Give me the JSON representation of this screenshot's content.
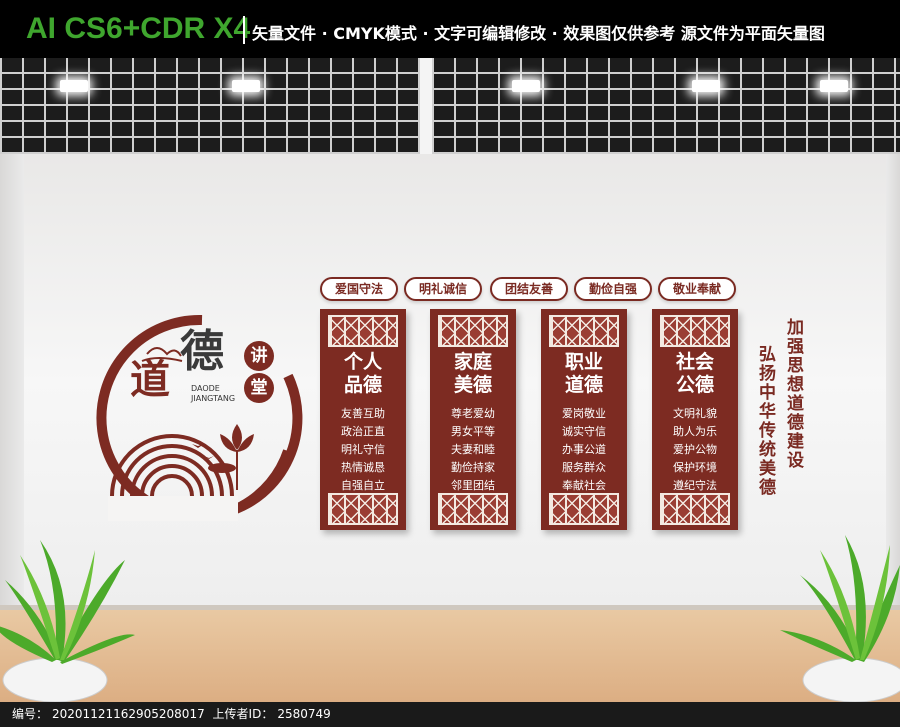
{
  "banner": {
    "title": "AI CS6+CDR X4",
    "subtitle": "矢量文件 · CMYK模式 · 文字可编辑修改 · 效果图仅供参考 源文件为平面矢量图"
  },
  "logo": {
    "big_chars_1": "道",
    "big_chars_2": "德",
    "pinyin_1": "DAODE",
    "pinyin_2": "JIANGTANG",
    "badge_1": "讲",
    "badge_2": "堂"
  },
  "tags": [
    "爱国守法",
    "明礼诚信",
    "团结友善",
    "勤俭自强",
    "敬业奉献"
  ],
  "panels": [
    {
      "title_1": "个人",
      "title_2": "品德",
      "items": [
        "友善互助",
        "政治正直",
        "明礼守信",
        "热情诚恳",
        "自强自立"
      ]
    },
    {
      "title_1": "家庭",
      "title_2": "美德",
      "items": [
        "尊老爱幼",
        "男女平等",
        "夫妻和睦",
        "勤俭持家",
        "邻里团结"
      ]
    },
    {
      "title_1": "职业",
      "title_2": "道德",
      "items": [
        "爱岗敬业",
        "诚实守信",
        "办事公道",
        "服务群众",
        "奉献社会"
      ]
    },
    {
      "title_1": "社会",
      "title_2": "公德",
      "items": [
        "文明礼貌",
        "助人为乐",
        "爱护公物",
        "保护环境",
        "遵纪守法"
      ]
    }
  ],
  "slogans": {
    "line_1": "加强思想道德建设",
    "line_2": "弘扬中华传统美德"
  },
  "footer": {
    "id_label": "编号：",
    "id_value": "20201121162905208017",
    "uploader_label": "上传者ID：",
    "uploader_value": "2580749"
  },
  "colors": {
    "accent": "#7d2b22",
    "banner_green": "#3fa62e"
  }
}
